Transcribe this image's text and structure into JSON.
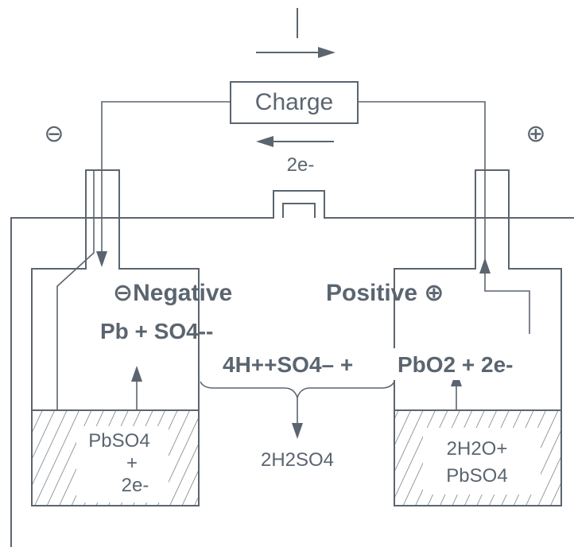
{
  "charge_box": {
    "label": "Charge"
  },
  "electron_flow": {
    "label": "2e-"
  },
  "terminals": {
    "negative_symbol": "⊖",
    "positive_symbol": "⊕"
  },
  "negative_cell": {
    "title": "⊖Negative",
    "reaction": "Pb + SO4--",
    "sediment_line1": "PbSO4",
    "sediment_line2": "+",
    "sediment_line3": "2e-"
  },
  "positive_cell": {
    "title": "Positive ⊕",
    "reaction": "PbO2 + 2e-",
    "sediment_line1": "2H2O+",
    "sediment_line2": "PbSO4"
  },
  "electrolyte": {
    "reaction": "4H++SO4– +",
    "product": "2H2SO4"
  },
  "colors": {
    "stroke": "#5b6570",
    "background": "#ffffff"
  }
}
